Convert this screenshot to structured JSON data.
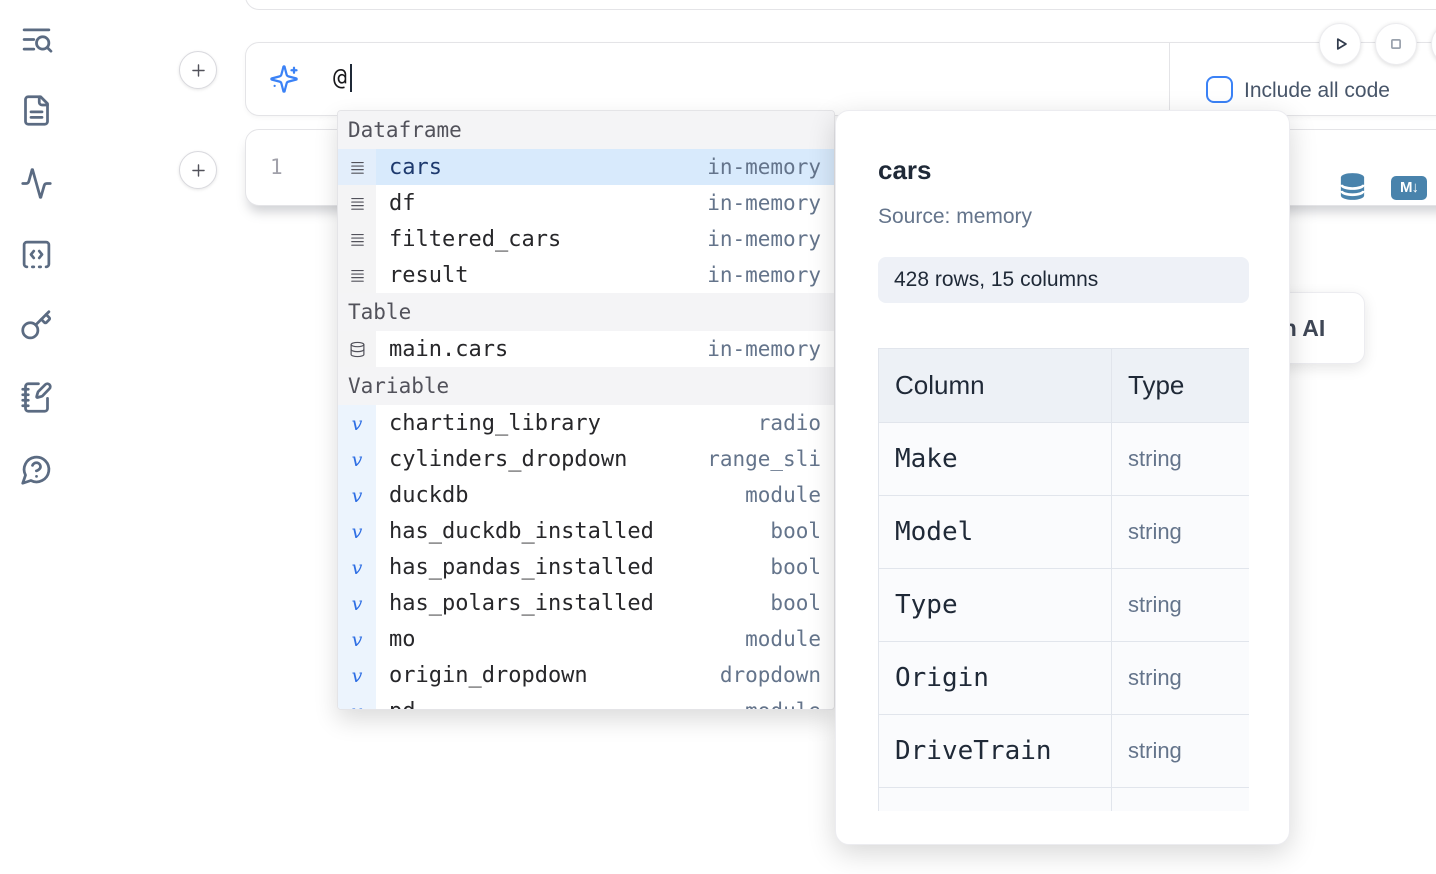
{
  "colors": {
    "accent_blue": "#3b82f6",
    "steel_blue": "#4983ac",
    "selected_row_bg": "#d8eafc",
    "icon_slate": "#5b6b82"
  },
  "sidebar": {
    "icons": [
      "list-search-icon",
      "file-text-icon",
      "activity-icon",
      "snippets-code-icon",
      "key-icon",
      "notebook-pen-icon",
      "help-chat-icon"
    ]
  },
  "toolbar": {
    "run_button": "run",
    "stop_button": "stop"
  },
  "prompt": {
    "value": "@",
    "include_all_code_label": "Include all code"
  },
  "cell": {
    "line_number": "1",
    "markdown_badge": "M↓"
  },
  "ai_button": {
    "label": "Generate with AI"
  },
  "autocomplete": {
    "sections": [
      {
        "label": "Dataframe",
        "items": [
          {
            "name": "cars",
            "type": "in-memory",
            "selected": true
          },
          {
            "name": "df",
            "type": "in-memory"
          },
          {
            "name": "filtered_cars",
            "type": "in-memory"
          },
          {
            "name": "result",
            "type": "in-memory"
          }
        ]
      },
      {
        "label": "Table",
        "items": [
          {
            "name": "main.cars",
            "type": "in-memory"
          }
        ]
      },
      {
        "label": "Variable",
        "items": [
          {
            "name": "charting_library",
            "type": "radio"
          },
          {
            "name": "cylinders_dropdown",
            "type": "range_sli"
          },
          {
            "name": "duckdb",
            "type": "module"
          },
          {
            "name": "has_duckdb_installed",
            "type": "bool"
          },
          {
            "name": "has_pandas_installed",
            "type": "bool"
          },
          {
            "name": "has_polars_installed",
            "type": "bool"
          },
          {
            "name": "mo",
            "type": "module"
          },
          {
            "name": "origin_dropdown",
            "type": "dropdown"
          },
          {
            "name": "pd",
            "type": "module"
          }
        ]
      }
    ]
  },
  "preview": {
    "title": "cars",
    "source": "Source: memory",
    "shape": "428 rows, 15 columns",
    "table": {
      "headers": [
        "Column",
        "Type"
      ],
      "rows": [
        {
          "column": "Make",
          "type": "string"
        },
        {
          "column": "Model",
          "type": "string"
        },
        {
          "column": "Type",
          "type": "string"
        },
        {
          "column": "Origin",
          "type": "string"
        },
        {
          "column": "DriveTrain",
          "type": "string"
        }
      ]
    }
  }
}
